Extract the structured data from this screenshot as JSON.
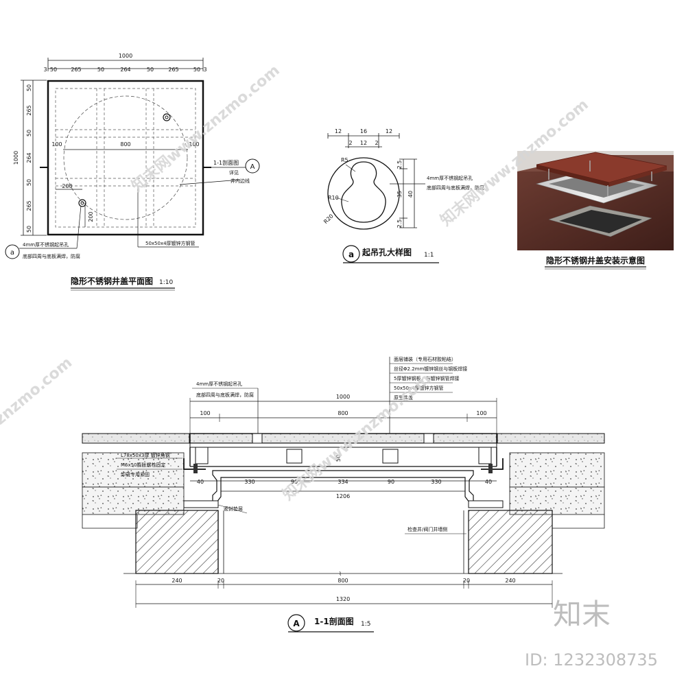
{
  "plan": {
    "title": "隐形不锈钢井盖平面图",
    "scale": "1:10",
    "dims_top_total": "1000",
    "dims_top": [
      "3",
      "50",
      "265",
      "50",
      "264",
      "50",
      "265",
      "50",
      "3"
    ],
    "dims_left_total": "1000",
    "dims_left": [
      "50",
      "265",
      "50",
      "264",
      "50",
      "265",
      "50"
    ],
    "dim_800": "800",
    "dim_100_left": "100",
    "dim_100_right": "100",
    "dim_200_h": "200",
    "dim_200_v": "200",
    "section_label": "1-1剖面图",
    "section_sub": "详见",
    "section_marker": "A",
    "edge_note": "井内边线",
    "tube_note": "50x50x4厚镀锌方钢管",
    "hole_marker": "a",
    "hole_note_1": "4mm厚不锈钢起吊孔",
    "hole_note_2": "底部四周与底板满焊，防腐"
  },
  "detail": {
    "title": "起吊孔大样图",
    "scale": "1:1",
    "marker": "a",
    "dims_top": [
      "12",
      "16",
      "12"
    ],
    "dims_inner": [
      "2",
      "12",
      "2"
    ],
    "dims_right": [
      "2.5",
      "35",
      "2.5"
    ],
    "dim_40": "40",
    "radii": [
      "R5",
      "R10",
      "R20"
    ],
    "note_1": "4mm厚不锈钢起吊孔",
    "note_2": "底部四周与底板满焊，防腐"
  },
  "photo": {
    "caption": "隐形不锈钢井盖安装示意图"
  },
  "section": {
    "title": "1-1剖面图",
    "scale": "1:5",
    "marker": "A",
    "dim_top_total": "1000",
    "dims_top": [
      "100",
      "800",
      "100"
    ],
    "notes_top": [
      "面层铺装（专用石材胶粘结）",
      "丝径Φ2.2mm镀锌钢丝与钢板焊接",
      "5厚镀锌钢板，与镀锌钢管焊接",
      "50x50x4厚镀锌方钢管",
      "原生井盖"
    ],
    "note_lift": "4mm厚不锈钢起吊孔",
    "note_lift_2": "底部四周与底板满焊，防腐",
    "note_angle": "L78x50x3厚  镀锌角钢",
    "note_bolt": "M6x50膨胀螺栓固定",
    "note_bolt_2": "卸载专用紧固",
    "note_seal": "密封垫层",
    "note_well": "检查井/阀门井墙侧",
    "dim_50": "50",
    "dims_mid": [
      "40",
      "330",
      "90",
      "334",
      "90",
      "330",
      "40"
    ],
    "dim_1206": "1206",
    "dims_bottom": [
      "240",
      "20",
      "800",
      "20",
      "240"
    ],
    "dim_1320": "1320"
  },
  "watermark": {
    "text": "znzmo.com",
    "text_cn": "知末网www.znzmo.com",
    "logo": "知末",
    "id": "ID: 1232308735"
  }
}
